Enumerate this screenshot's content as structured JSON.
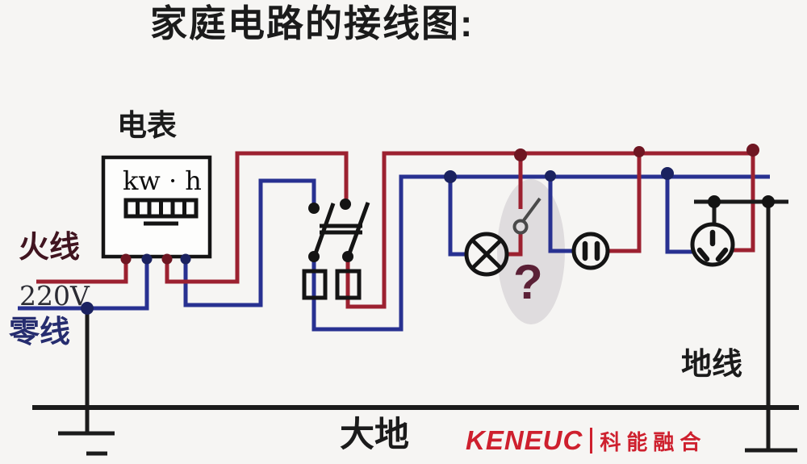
{
  "title": "家庭电路的接线图:",
  "meter": {
    "label": "电表",
    "unit": "kw · h"
  },
  "labels": {
    "live": "火线",
    "voltage": "220V",
    "neutral": "零线",
    "ground": "地线",
    "earth": "大地",
    "question": "?"
  },
  "logo": {
    "brand": "KENEUC",
    "cn": "科能融合"
  },
  "symbols": {
    "meter": "kwh-meter-box-with-counter",
    "main_switch": "double-pole-knife-switch-open",
    "fuses": "two-fuse-rectangles",
    "lamp": "circle-with-x-lamp",
    "wall_switch": "pivot-lever-switch-highlighted",
    "two_hole_socket": "circle-with-two-vertical-slots",
    "three_hole_socket": "circle-with-three-slots",
    "earth_connections": "ground-bar-symbols-left-and-right"
  },
  "colors": {
    "live": "#9c2130",
    "live_dark": "#6f1622",
    "neutral": "#283191",
    "neutral_dark": "#1b2260",
    "ground": "#1b1b1b",
    "symbol": "#141414",
    "lever": "#4a4a4a",
    "highlight": "#d6d2d4",
    "logo": "#ce202e",
    "question": "#5b2036",
    "title": "#1b1b1b",
    "live_label": "#40141f",
    "neutral_label": "#262d6f"
  }
}
